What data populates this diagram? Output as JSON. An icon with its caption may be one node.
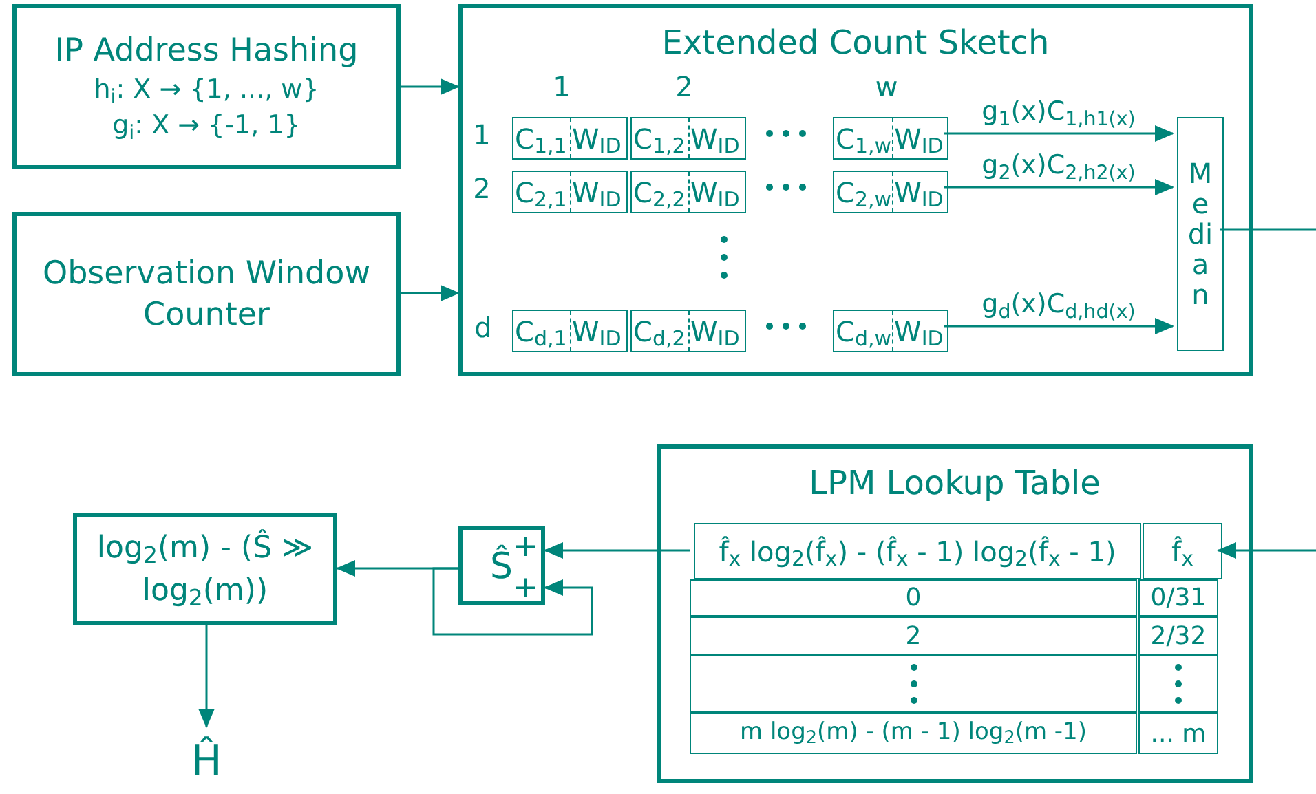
{
  "diagram": {
    "nodes": [
      {
        "text": [
          "IP Address Hashing",
          "h$_{i}$: X → {1, ..., w}",
          "g$_{i}$: X → {-1, 1}"
        ]
      },
      {
        "text": [
          "Observation Window Counter"
        ]
      },
      {
        "text": [
          "Extended Count Sketch"
        ]
      },
      {
        "text": [
          "C$_{1,1}$",
          "W$_{ID}$"
        ],
        "in": 2
      },
      {
        "text": [
          "C$_{1,2}$",
          "W$_{ID}$"
        ],
        "in": 2
      },
      {
        "text": [
          "C$_{1,w}$",
          "W$_{ID}$"
        ],
        "in": 2
      },
      {
        "text": [
          "C$_{2,1}$",
          "W$_{ID}$"
        ],
        "in": 2
      },
      {
        "text": [
          "C$_{2,2}$",
          "W$_{ID}$"
        ],
        "in": 2
      },
      {
        "text": [
          "C$_{2,w}$",
          "W$_{ID}$"
        ],
        "in": 2
      },
      {
        "text": [
          "C$_{d,1}$",
          "W$_{ID}$"
        ],
        "in": 2
      },
      {
        "text": [
          "C$_{d,2}$",
          "W$_{ID}$"
        ],
        "in": 2
      },
      {
        "text": [
          "C$_{d,w}$",
          "W$_{ID}$"
        ],
        "in": 2
      },
      {
        "text": [
          "Median"
        ],
        "in": 2
      },
      {
        "text": [
          "LPM Lookup Table"
        ]
      },
      {
        "text": [
          "f̂$_{x}$ log$_{2}$(f̂$_{x}$) - (f̂$_{x}$ - 1) log$_{2}$(f̂$_{x}$ - 1)"
        ],
        "in": 13
      },
      {
        "text": [
          "f̂$_{x}$"
        ],
        "in": 13
      },
      {
        "text": [
          "Ŝ",
          "+",
          "+"
        ]
      },
      {
        "text": [
          "log$_{2}$(m) - (Ŝ ≫ log$_{2}$(m))"
        ]
      },
      {
        "text": [
          "Ĥ"
        ]
      }
    ],
    "edges": [
      {
        "from": 0,
        "to": 2,
        "arrow": "to"
      },
      {
        "from": 1,
        "to": 2,
        "arrow": "to"
      },
      {
        "from": 5,
        "to": 12,
        "arrow": "to",
        "label": "g$_{1}$(x)C$_{1,h1(x)}$"
      },
      {
        "from": 8,
        "to": 12,
        "arrow": "to",
        "label": "g$_{2}$(x)C$_{2,h2(x)}$"
      },
      {
        "from": 11,
        "to": 12,
        "arrow": "to",
        "label": "g$_{d}$(x)C$_{d,hd(x)}$"
      },
      {
        "from": 12,
        "to": null,
        "arrow": "none"
      },
      {
        "from": null,
        "to": 15,
        "arrow": "to"
      },
      {
        "from": 14,
        "to": 16,
        "arrow": "to"
      },
      {
        "from": 16,
        "to": 16,
        "arrow": "to"
      },
      {
        "from": 16,
        "to": 17,
        "arrow": "to"
      },
      {
        "from": 17,
        "to": 18,
        "arrow": "to"
      }
    ],
    "labels": [
      "1",
      "2",
      "w",
      "1",
      "2",
      "d",
      "0",
      "0/31",
      "2",
      "2/32",
      "m log$_{2}$(m) - (m - 1) log$_{2}$(m -1)",
      "... m"
    ]
  }
}
